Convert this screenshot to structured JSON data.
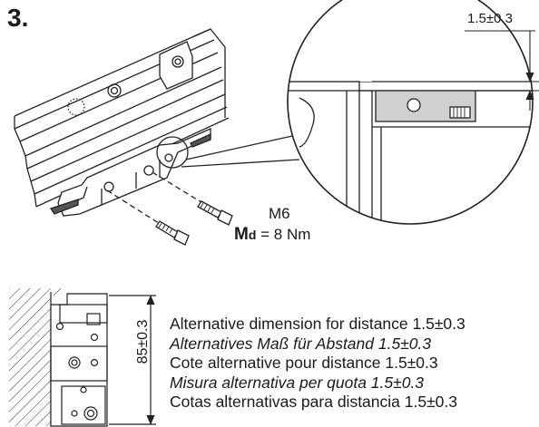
{
  "step_number": "3.",
  "top_tolerance": "1.5±0.3",
  "bolt": {
    "size": "M6",
    "torque_symbol": "M",
    "torque_subscript": "d",
    "torque_value": "= 8 Nm"
  },
  "vertical_dimension": "85±0.3",
  "alternatives": [
    {
      "text": "Alternative dimension for distance 1.5±0.3",
      "italic": false
    },
    {
      "text": "Alternatives Maß für Abstand 1.5±0.3",
      "italic": true
    },
    {
      "text": "Cote alternative pour distance 1.5±0.3",
      "italic": false
    },
    {
      "text": "Misura alternativa  per quota 1.5±0.3",
      "italic": true
    },
    {
      "text": "Cotas alternativas para distancia 1.5±0.3",
      "italic": false
    }
  ]
}
